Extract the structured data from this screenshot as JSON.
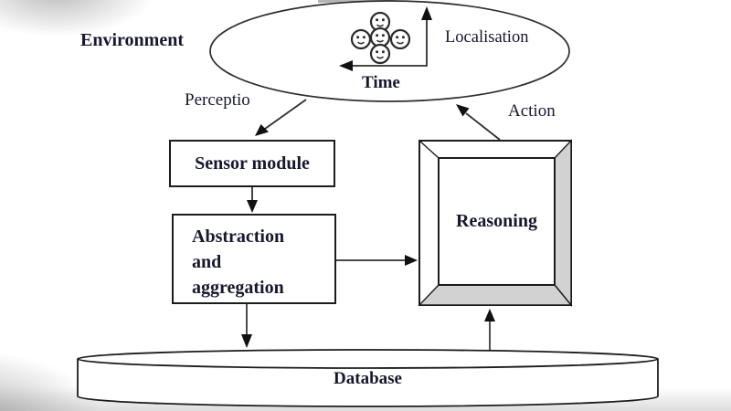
{
  "diagram": {
    "environment_label": "Environment",
    "ellipse": {
      "axis_vertical_label": "Localisation",
      "axis_horizontal_label": "Time"
    },
    "arrows": {
      "perception_label": "Perceptio",
      "action_label": "Action"
    },
    "nodes": {
      "sensor": {
        "label": "Sensor module"
      },
      "abstraction": {
        "lines": [
          "Abstraction",
          "and",
          "aggregation"
        ]
      },
      "reasoning": {
        "label": "Reasoning"
      },
      "database": {
        "label": "Database"
      }
    },
    "icons": {
      "agents_cluster": "smiley-agents-cluster"
    },
    "colors": {
      "line": "#2e2e2e",
      "arrowhead": "#111111",
      "text": "#17172e",
      "frame_shade": "#d2d2d2",
      "box_border": "#1c1c1c"
    }
  }
}
